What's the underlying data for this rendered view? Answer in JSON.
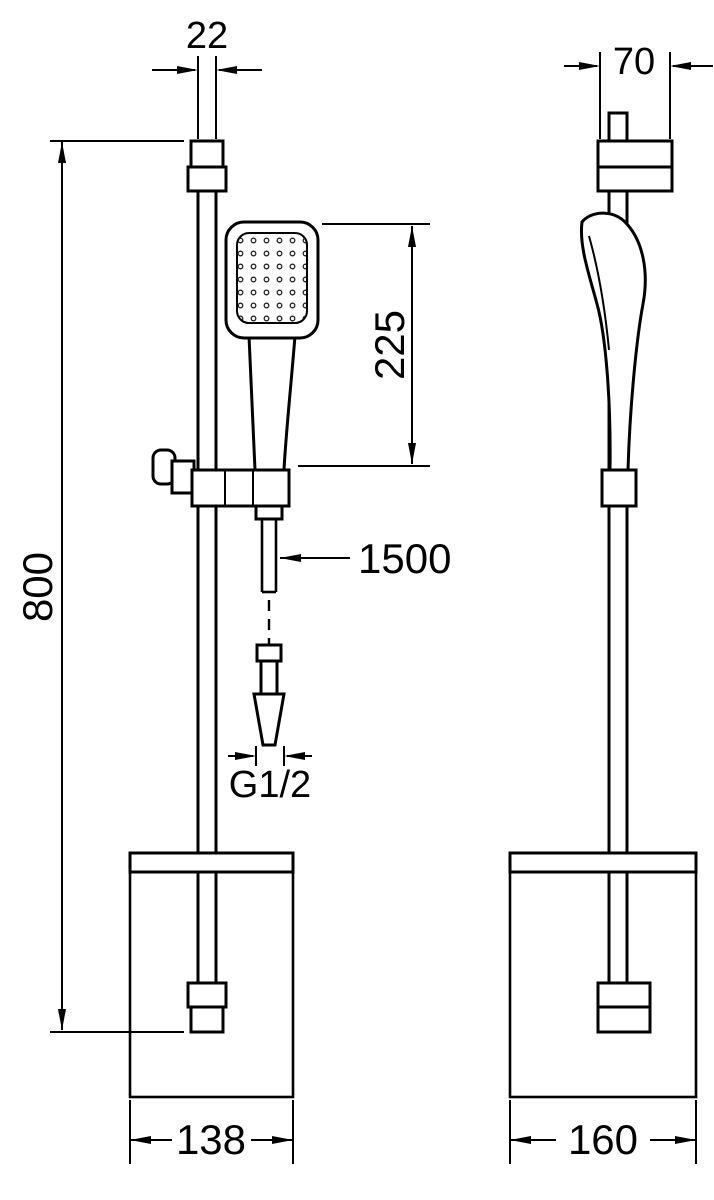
{
  "canvas": {
    "background": "#ffffff",
    "line_color": "#000000"
  },
  "dimensions": {
    "rail_clamp_width": "22",
    "bracket_depth": "70",
    "handset_length": "225",
    "rail_height": "800",
    "hose_length": "1500",
    "thread_size": "G1/2",
    "front_width": "138",
    "side_depth": "160"
  }
}
